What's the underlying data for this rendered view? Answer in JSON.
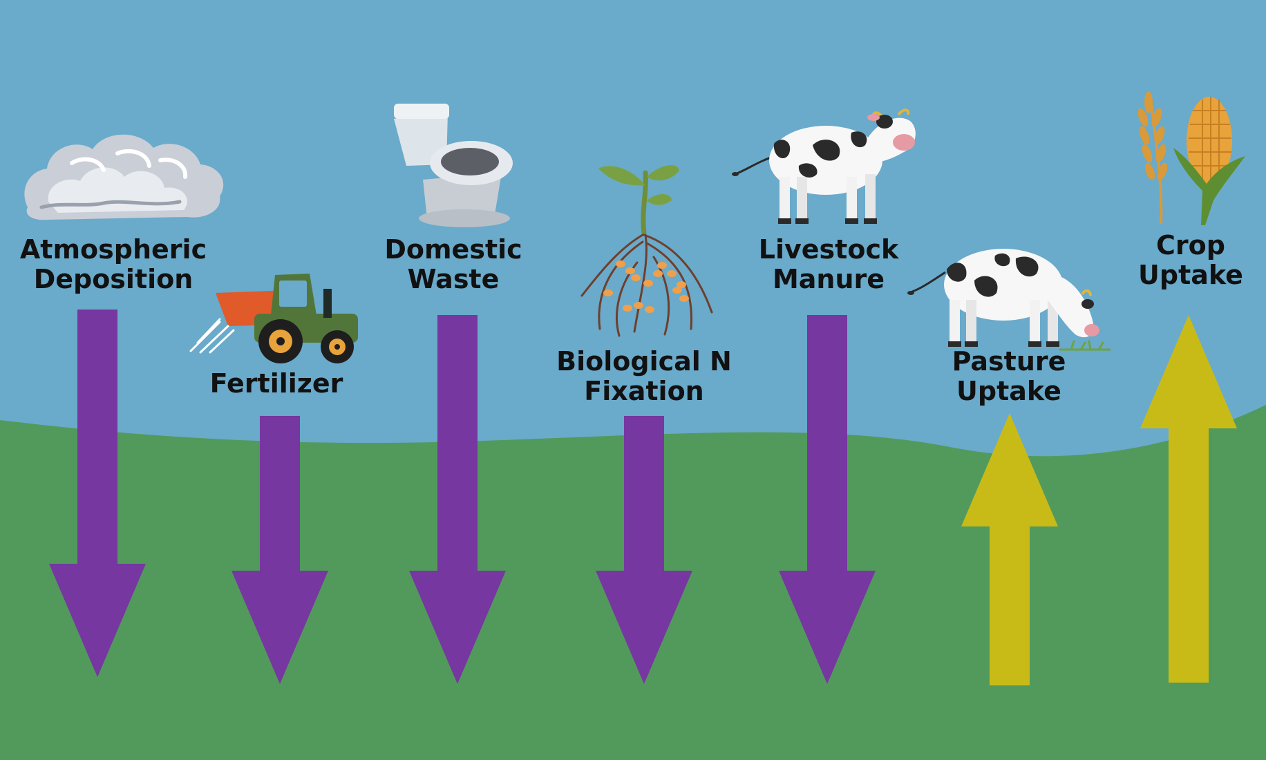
{
  "colors": {
    "sky": "#6aaacb",
    "ground": "#529a5c",
    "input_arrow": "#7637a0",
    "output_arrow": "#c9bb17",
    "label_text": "#111111"
  },
  "flows": [
    {
      "id": "atmospheric-deposition",
      "direction": "input",
      "label_lines": [
        "Atmospheric",
        "Deposition"
      ],
      "icon": "cloud-icon"
    },
    {
      "id": "fertilizer",
      "direction": "input",
      "label_lines": [
        "Fertilizer"
      ],
      "icon": "tractor-icon"
    },
    {
      "id": "domestic-waste",
      "direction": "input",
      "label_lines": [
        "Domestic",
        "Waste"
      ],
      "icon": "toilet-icon"
    },
    {
      "id": "biological-n-fixation",
      "direction": "input",
      "label_lines": [
        "Biological N",
        "Fixation"
      ],
      "icon": "root-nodules-icon"
    },
    {
      "id": "livestock-manure",
      "direction": "input",
      "label_lines": [
        "Livestock",
        "Manure"
      ],
      "icon": "standing-cow-icon"
    },
    {
      "id": "pasture-uptake",
      "direction": "output",
      "label_lines": [
        "Pasture",
        "Uptake"
      ],
      "icon": "grazing-cow-icon"
    },
    {
      "id": "crop-uptake",
      "direction": "output",
      "label_lines": [
        "Crop",
        "Uptake"
      ],
      "icon": "wheat-corn-icon"
    }
  ]
}
